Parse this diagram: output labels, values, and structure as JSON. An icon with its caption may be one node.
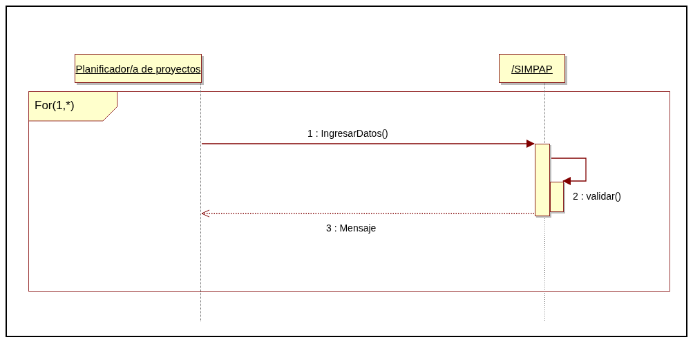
{
  "diagram": {
    "nodes": [
      {
        "text": [
          "Planificador/a de proyectos"
        ]
      },
      {
        "text": [
          "/SIMPAP"
        ]
      },
      {
        "text": [
          "For(1,*)"
        ]
      },
      {
        "text": [],
        "shape": "bar",
        "in": 2
      },
      {
        "text": [],
        "shape": "bar",
        "in": 2
      },
      {
        "text": [],
        "shape": "line"
      },
      {
        "text": [],
        "shape": "line"
      }
    ],
    "edges": [
      {
        "from": 5,
        "to": 3,
        "arrow": "to",
        "label": "1 : IngresarDatos()"
      },
      {
        "from": 3,
        "to": 4,
        "arrow": "to",
        "label": "2 : validar()"
      },
      {
        "from": 3,
        "to": 5,
        "arrow": "to",
        "label": "3 : Mensaje",
        "style": "dashed"
      }
    ]
  }
}
